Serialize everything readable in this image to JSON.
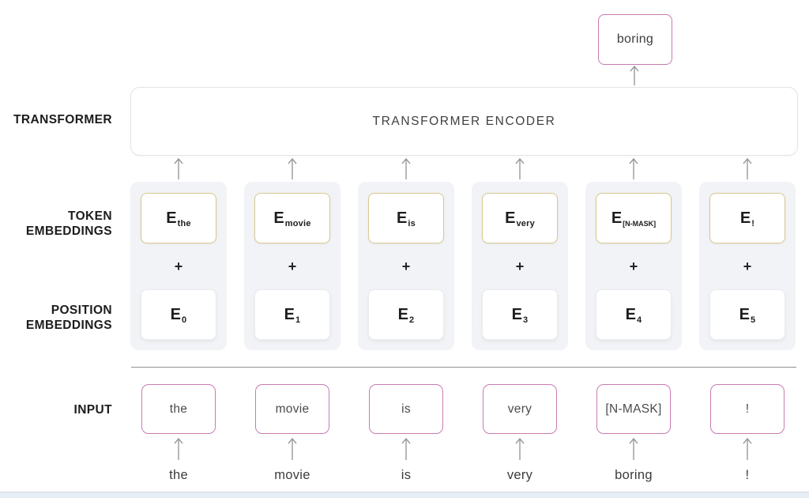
{
  "colors": {
    "pink": "#c97bb1",
    "gold": "#d9c88e",
    "col_bg": "#f1f3f6",
    "arrow": "#97999b",
    "bottom_bar": "#e7eef3"
  },
  "output": {
    "label": "boring"
  },
  "transformer": {
    "encoder_label": "TRANSFORMER ENCODER"
  },
  "side_labels": {
    "transformer": "TRANSFORMER",
    "token": [
      "TOKEN",
      "EMBEDDINGS"
    ],
    "position": [
      "POSITION",
      "EMBEDDINGS"
    ],
    "input": "INPUT"
  },
  "plus_sign": "+",
  "columns": [
    {
      "token_base": "E",
      "token_sub": "the",
      "pos_base": "E",
      "pos_sub": "0",
      "input": "the",
      "word": "the"
    },
    {
      "token_base": "E",
      "token_sub": "movie",
      "pos_base": "E",
      "pos_sub": "1",
      "input": "movie",
      "word": "movie"
    },
    {
      "token_base": "E",
      "token_sub": "is",
      "pos_base": "E",
      "pos_sub": "2",
      "input": "is",
      "word": "is"
    },
    {
      "token_base": "E",
      "token_sub": "very",
      "pos_base": "E",
      "pos_sub": "3",
      "input": "very",
      "word": "very"
    },
    {
      "token_base": "E",
      "token_sub": "[N-MASK]",
      "pos_base": "E",
      "pos_sub": "4",
      "input": "[N-MASK]",
      "word": "boring"
    },
    {
      "token_base": "E",
      "token_sub": "!",
      "pos_base": "E",
      "pos_sub": "5",
      "input": "!",
      "word": "!"
    }
  ],
  "icons": {
    "arrow_up": "arrow-up-icon"
  }
}
